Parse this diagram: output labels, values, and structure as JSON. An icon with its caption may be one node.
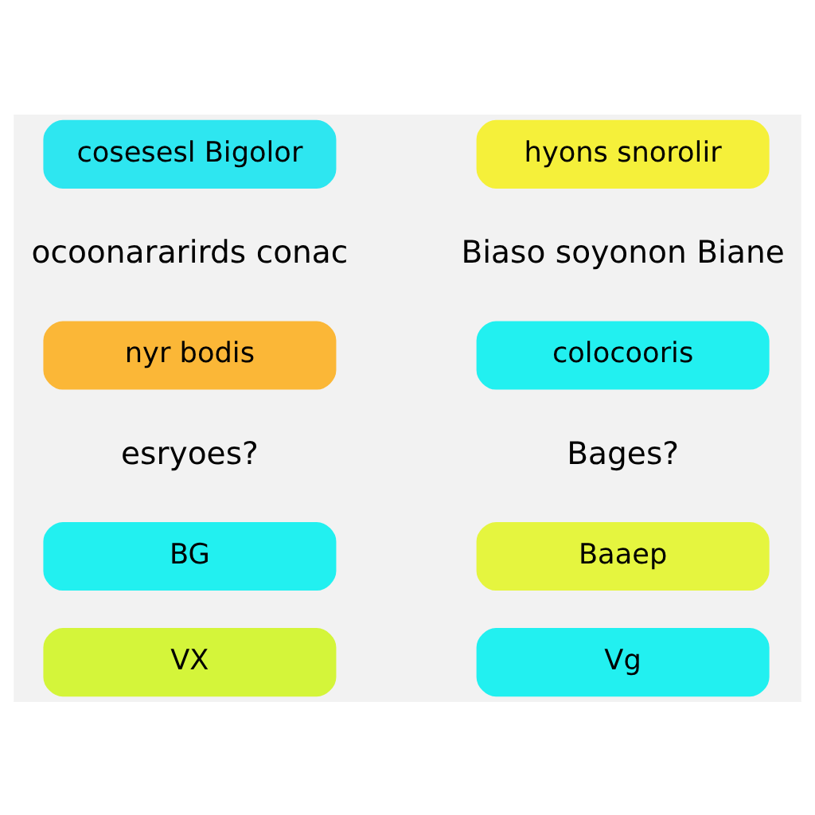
{
  "diagram": {
    "nodes": [
      {
        "text": [
          "cosesesl Bigolor"
        ]
      },
      {
        "text": [
          "hyons snorolir"
        ]
      },
      {
        "text": [
          "nyr bodis"
        ]
      },
      {
        "text": [
          "colocooris"
        ]
      },
      {
        "text": [
          "BG"
        ]
      },
      {
        "text": [
          "Baaep"
        ]
      },
      {
        "text": [
          "VX"
        ]
      },
      {
        "text": [
          "Vg"
        ]
      }
    ],
    "edges": [],
    "labels": [
      "ocoonararirds conac",
      "Biaso soyonon Biane",
      "esryoes?",
      "Bages?"
    ]
  }
}
